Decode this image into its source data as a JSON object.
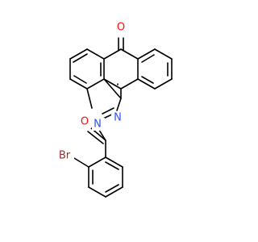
{
  "molecule": {
    "atoms": {
      "oxygen_carbonyl_top": "O",
      "oxygen_carbonyl_benzoyl": "O",
      "nitrogen_ring": "N",
      "nitrogen_ring_2": "N",
      "bromine": "Br"
    },
    "colors": {
      "bond": "#000000",
      "oxygen": "#ff0d0d",
      "nitrogen": "#3050f8",
      "bromine": "#a62929"
    }
  }
}
